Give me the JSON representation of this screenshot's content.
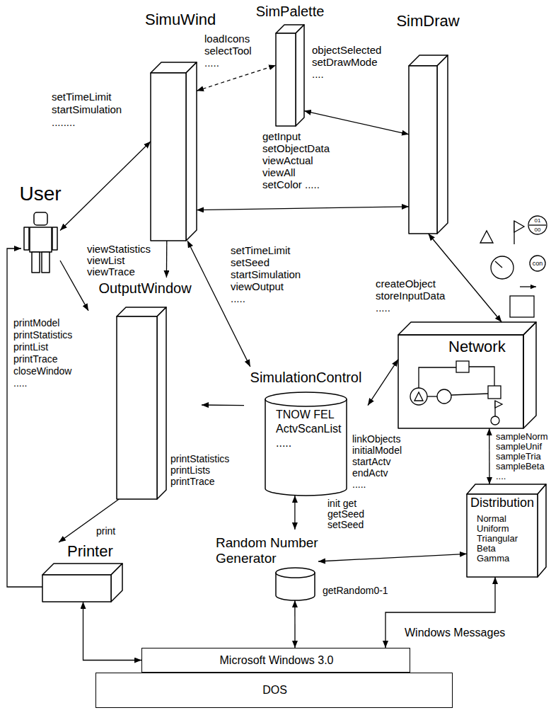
{
  "diagram": {
    "nodes": [
      {
        "text": [
          "SimuWind"
        ]
      },
      {
        "text": [
          "SimPalette"
        ]
      },
      {
        "text": [
          "SimDraw"
        ]
      },
      {
        "text": [
          "User"
        ]
      },
      {
        "text": [
          "OutputWindow"
        ]
      },
      {
        "text": [
          "SimulationControl",
          "TNOW FEL ActvScanList ....."
        ]
      },
      {
        "text": [
          "Network"
        ]
      },
      {
        "text": [
          "Printer"
        ]
      },
      {
        "text": [
          "Random Number Generator"
        ]
      },
      {
        "text": [
          "Distribution",
          "Normal Uniform Triangular Beta Gamma"
        ]
      },
      {
        "text": [
          "Microsoft Windows 3.0"
        ]
      },
      {
        "text": [
          "DOS"
        ]
      }
    ],
    "edges": [
      {
        "from": 3,
        "to": 0,
        "arrow": "both",
        "label": "setTimeLimit startSimulation ........"
      },
      {
        "from": 0,
        "to": 1,
        "arrow": "both",
        "label": "loadIcons selectTool ....."
      },
      {
        "from": 1,
        "to": 2,
        "arrow": "both",
        "label": "objectSelected setDrawMode ...."
      },
      {
        "from": 0,
        "to": 2,
        "arrow": "both",
        "label": "getInput setObjectData viewActual viewAll setColor ....."
      },
      {
        "from": 0,
        "to": 4,
        "arrow": "to",
        "label": "viewStatistics viewList viewTrace"
      },
      {
        "from": 3,
        "to": 4,
        "arrow": "to",
        "label": "printModel printStatistics printList printTrace closeWindow ....."
      },
      {
        "from": 0,
        "to": 5,
        "arrow": "both",
        "label": "setTimeLimit setSeed startSimulation viewOutput ....."
      },
      {
        "from": 2,
        "to": 6,
        "arrow": "both",
        "label": "createObject storeInputData ....."
      },
      {
        "from": 5,
        "to": 6,
        "arrow": "both",
        "label": "linkObjects initialModel startActv endActv ....."
      },
      {
        "from": 5,
        "to": 4,
        "arrow": "to",
        "label": "printStatistics printLists printTrace"
      },
      {
        "from": 5,
        "to": 8,
        "arrow": "both",
        "label": "init get getSeed setSeed"
      },
      {
        "from": 6,
        "to": 9,
        "arrow": "both",
        "label": "sampleNorm sampleUnif sampleTria sampleBeta ...."
      },
      {
        "from": 8,
        "to": 9,
        "arrow": "both",
        "label": "getRandom0-1"
      },
      {
        "from": 4,
        "to": 7,
        "arrow": "to",
        "label": "print"
      },
      {
        "from": 7,
        "to": 3,
        "arrow": "to"
      },
      {
        "from": 7,
        "to": 10,
        "arrow": "both"
      },
      {
        "from": 8,
        "to": 10,
        "arrow": "both"
      },
      {
        "from": 9,
        "to": 10,
        "arrow": "both"
      }
    ],
    "labels": [
      "01",
      "00",
      "con",
      "Windows Messages"
    ]
  }
}
